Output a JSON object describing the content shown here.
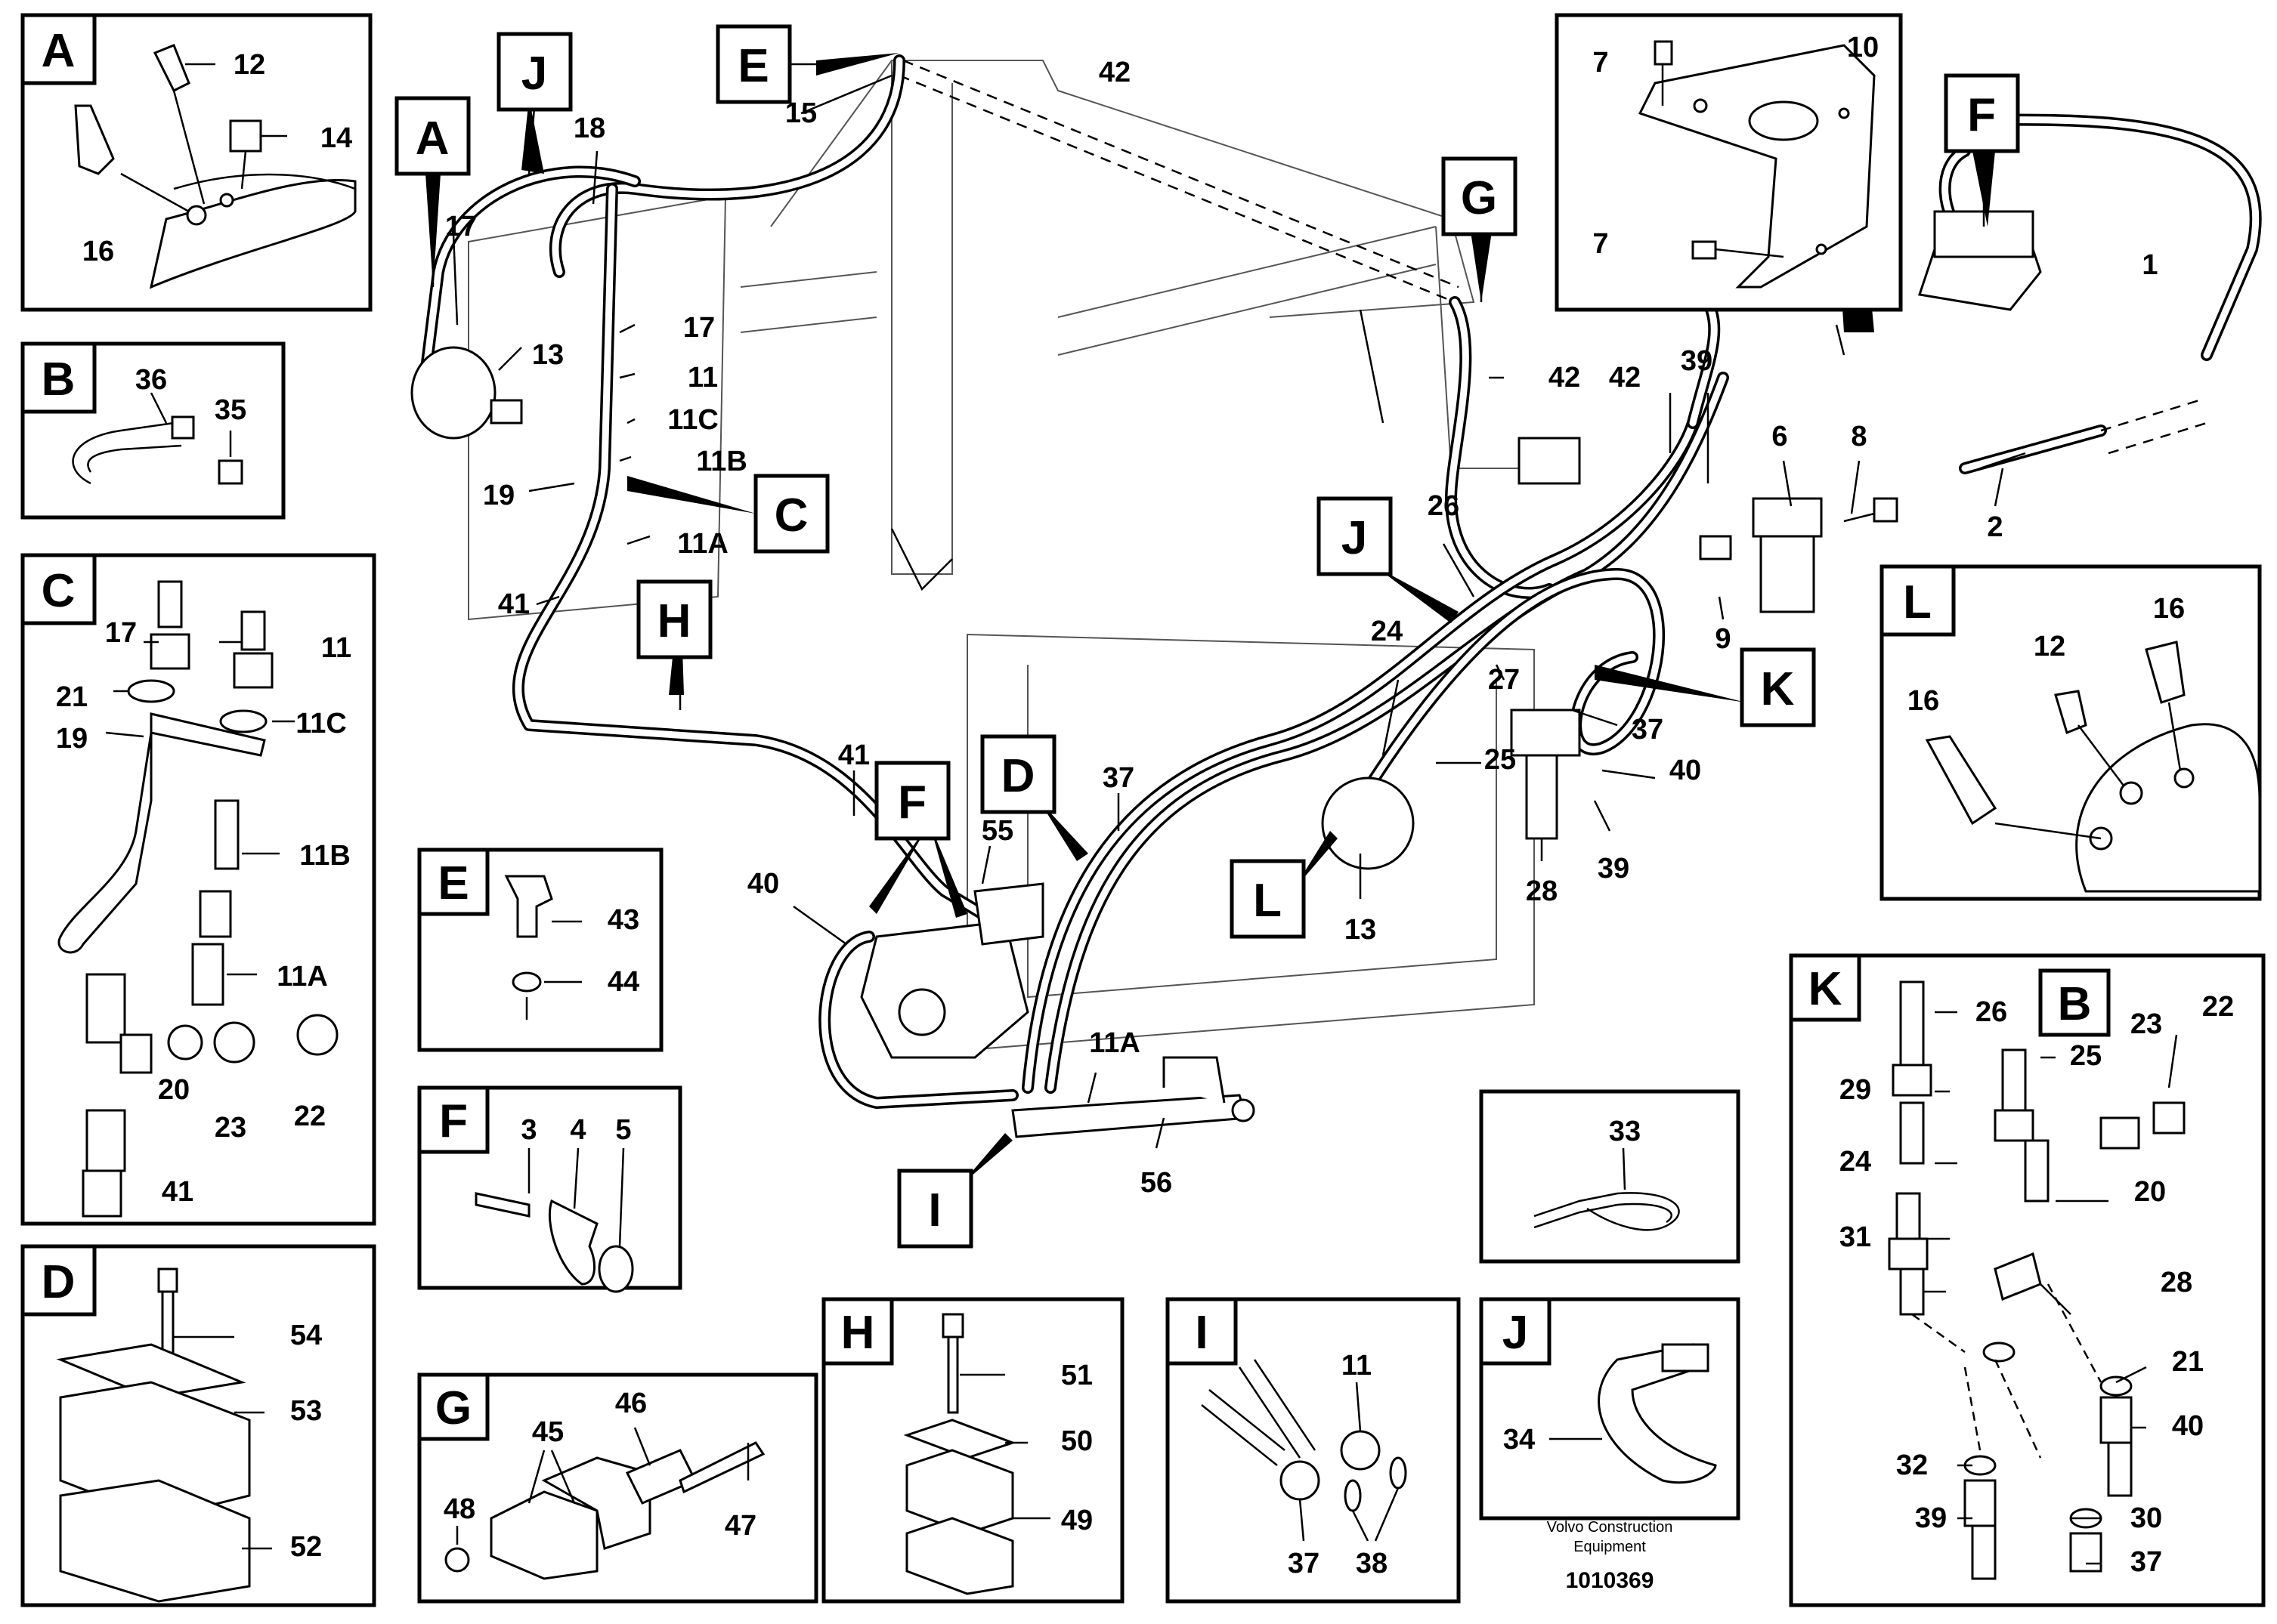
{
  "callouts": {
    "main": {
      "A": "A",
      "J": "J",
      "E": "E",
      "G": "G",
      "F": "F",
      "C": "C",
      "H": "H",
      "D": "D",
      "J2": "J",
      "K": "K",
      "L": "L",
      "I": "I",
      "n18": "18",
      "n15": "15",
      "n42a": "42",
      "n17a": "17",
      "n13a": "13",
      "n17b": "17",
      "n11": "11",
      "n11C": "11C",
      "n11B": "11B",
      "n19": "19",
      "n11A": "11A",
      "n41a": "41",
      "n42b": "42",
      "n42c": "42",
      "n39a": "39",
      "n6": "6",
      "n8": "8",
      "n2": "2",
      "n26": "26",
      "n9": "9",
      "n24": "24",
      "n27": "27",
      "n37a": "37",
      "n25": "25",
      "n40a": "40",
      "n28": "28",
      "n39b": "39",
      "n13b": "13",
      "n41b": "41",
      "n37b": "37",
      "n55": "55",
      "n40b": "40",
      "n11A2": "11A",
      "n56": "56",
      "n7a": "7",
      "n10": "10",
      "n7b": "7",
      "n1": "1"
    },
    "panelA": {
      "letter": "A",
      "n12": "12",
      "n14": "14",
      "n16": "16"
    },
    "panelB": {
      "letter": "B",
      "n36": "36",
      "n35": "35"
    },
    "panelC": {
      "letter": "C",
      "n17": "17",
      "n11": "11",
      "n21": "21",
      "n11C": "11C",
      "n19": "19",
      "n11B": "11B",
      "n11A": "11A",
      "n20": "20",
      "n23": "23",
      "n22": "22",
      "n41": "41"
    },
    "panelD": {
      "letter": "D",
      "n54": "54",
      "n53": "53",
      "n52": "52"
    },
    "panelE": {
      "letter": "E",
      "n43": "43",
      "n44": "44"
    },
    "panelF": {
      "letter": "F",
      "n3": "3",
      "n4": "4",
      "n5": "5"
    },
    "panelG": {
      "letter": "G",
      "n45": "45",
      "n46": "46",
      "n48": "48",
      "n47": "47"
    },
    "panelH": {
      "letter": "H",
      "n51": "51",
      "n50": "50",
      "n49": "49"
    },
    "panelI": {
      "letter": "I",
      "n11": "11",
      "n37": "37",
      "n38": "38"
    },
    "panel33": {
      "n33": "33"
    },
    "panelJ": {
      "letter": "J",
      "n34": "34"
    },
    "panelL": {
      "letter": "L",
      "n16a": "16",
      "n12": "12",
      "n16b": "16"
    },
    "panelK": {
      "letter": "K",
      "B": "B",
      "n26": "26",
      "n23": "23",
      "n22": "22",
      "n29": "29",
      "n25": "25",
      "n24": "24",
      "n20": "20",
      "n31": "31",
      "n28": "28",
      "n21": "21",
      "n40": "40",
      "n32": "32",
      "n30": "30",
      "n39": "39",
      "n37": "37"
    }
  },
  "footer": {
    "maker_line1": "Volvo Construction",
    "maker_line2": "Equipment",
    "drawing_number": "1010369"
  }
}
